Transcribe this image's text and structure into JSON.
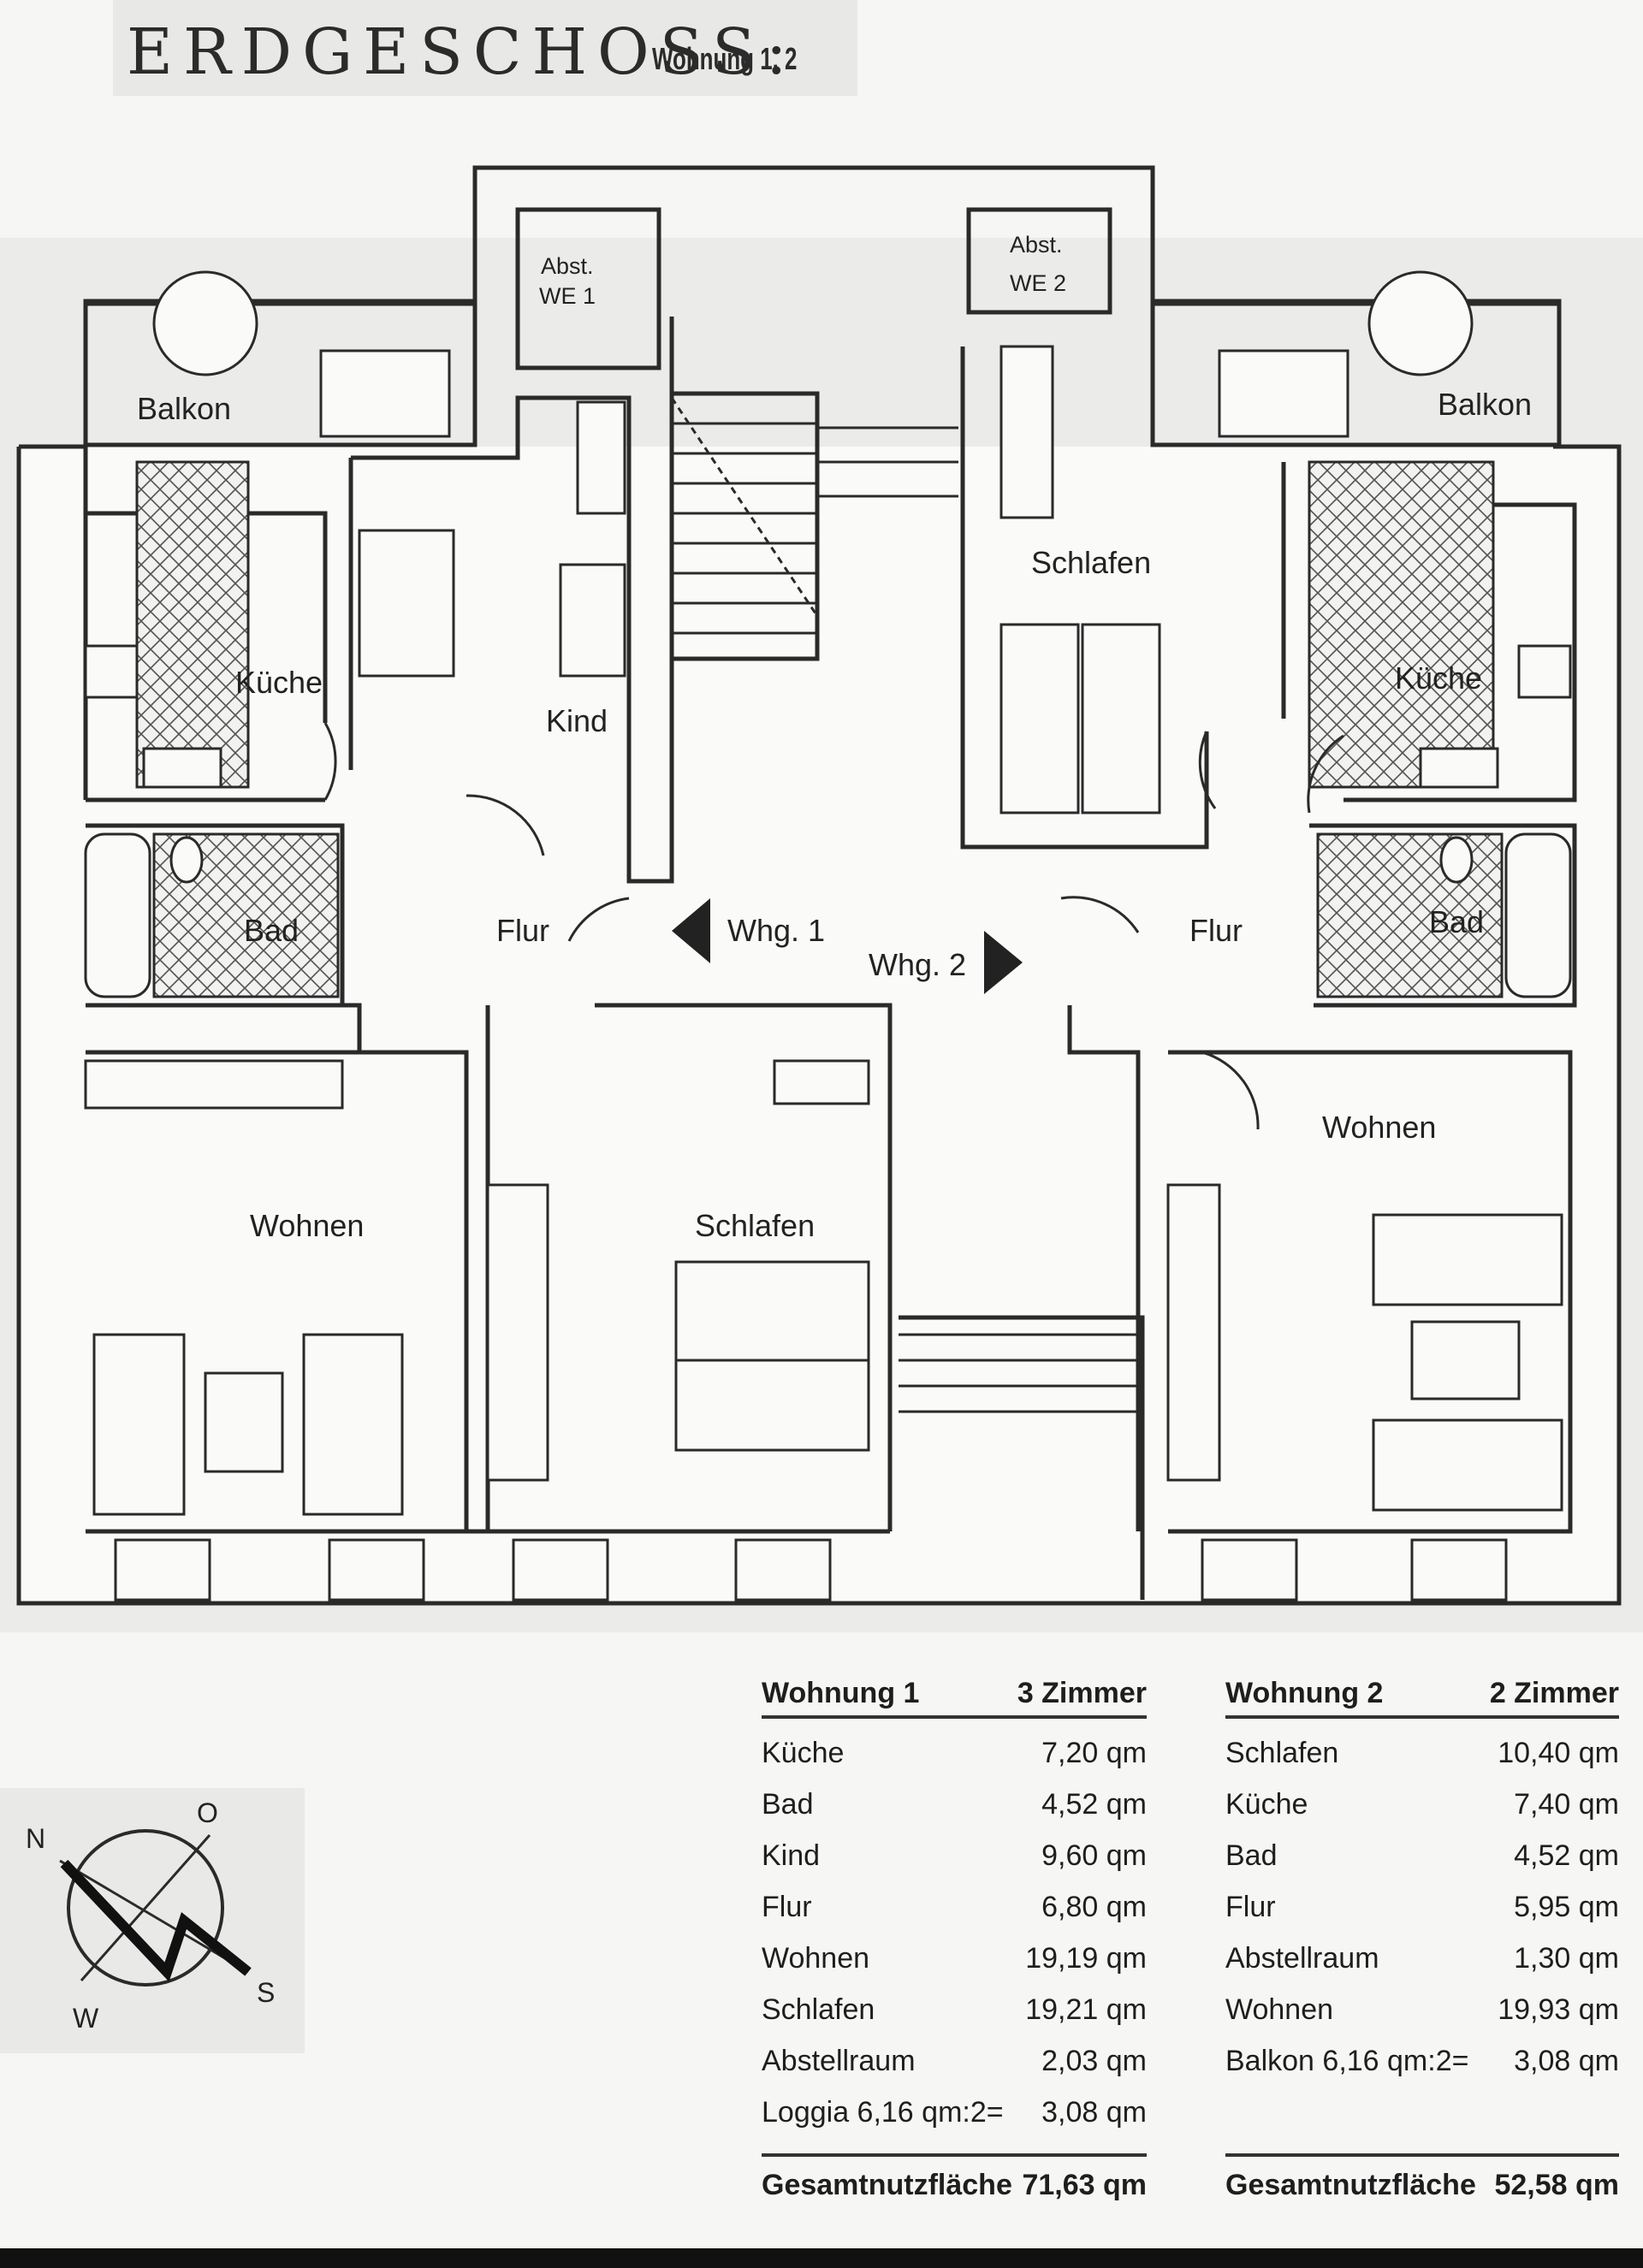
{
  "title": {
    "main": "ERDGESCHOSS:",
    "sub": "Wohnung 1, 2"
  },
  "rooms": {
    "abst_we1_line1": "Abst.",
    "abst_we1_line2": "WE 1",
    "abst_we2_line1": "Abst.",
    "abst_we2_line2": "WE 2",
    "balkon_left": "Balkon",
    "balkon_right": "Balkon",
    "kueche_left": "Küche",
    "kueche_right": "Küche",
    "kind": "Kind",
    "schlafen_top": "Schlafen",
    "bad_left": "Bad",
    "bad_right": "Bad",
    "flur_left": "Flur",
    "flur_right": "Flur",
    "whg1": "Whg. 1",
    "whg2": "Whg. 2",
    "wohnen_left": "Wohnen",
    "schlafen_bottom": "Schlafen",
    "wohnen_right": "Wohnen"
  },
  "compass": {
    "n": "N",
    "o": "O",
    "s": "S",
    "w": "W"
  },
  "wohnung1": {
    "name": "Wohnung 1",
    "rooms_count": "3 Zimmer",
    "rows": [
      {
        "label": "Küche",
        "value": "7,20 qm"
      },
      {
        "label": "Bad",
        "value": "4,52 qm"
      },
      {
        "label": "Kind",
        "value": "9,60 qm"
      },
      {
        "label": "Flur",
        "value": "6,80 qm"
      },
      {
        "label": "Wohnen",
        "value": "19,19 qm"
      },
      {
        "label": "Schlafen",
        "value": "19,21 qm"
      },
      {
        "label": "Abstellraum",
        "value": "2,03 qm"
      },
      {
        "label": "Loggia 6,16 qm:2=",
        "value": "3,08 qm"
      }
    ],
    "total_label": "Gesamtnutzfläche",
    "total_value": "71,63 qm"
  },
  "wohnung2": {
    "name": "Wohnung 2",
    "rooms_count": "2 Zimmer",
    "rows": [
      {
        "label": "Schlafen",
        "value": "10,40 qm"
      },
      {
        "label": "Küche",
        "value": "7,40 qm"
      },
      {
        "label": "Bad",
        "value": "4,52 qm"
      },
      {
        "label": "Flur",
        "value": "5,95 qm"
      },
      {
        "label": "Abstellraum",
        "value": "1,30 qm"
      },
      {
        "label": "Wohnen",
        "value": "19,93 qm"
      },
      {
        "label": "Balkon 6,16 qm:2=",
        "value": "3,08 qm"
      }
    ],
    "total_label": "Gesamtnutzfläche",
    "total_value": "52,58 qm"
  }
}
